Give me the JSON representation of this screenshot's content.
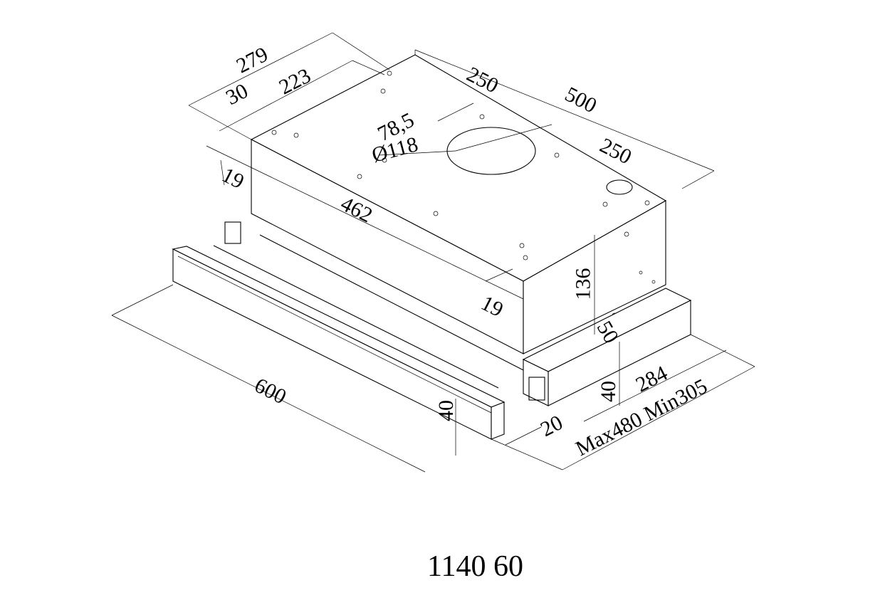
{
  "drawing": {
    "model": "1140 60",
    "dimensions": {
      "depth_total": "279",
      "depth_inner": "223",
      "offset_30": "30",
      "half_width_back": "250",
      "width_total": "500",
      "half_width_front": "250",
      "outlet_offset": "78,5",
      "outlet_diameter": "Ø118",
      "side_offset_left": "19",
      "body_length": "462",
      "side_offset_right": "19",
      "body_height": "136",
      "step_50": "50",
      "front_width": "600",
      "front_height": "40",
      "lower_height": "40",
      "lower_depth": "284",
      "front_thickness": "20",
      "extension": "Max480 Min305"
    }
  }
}
